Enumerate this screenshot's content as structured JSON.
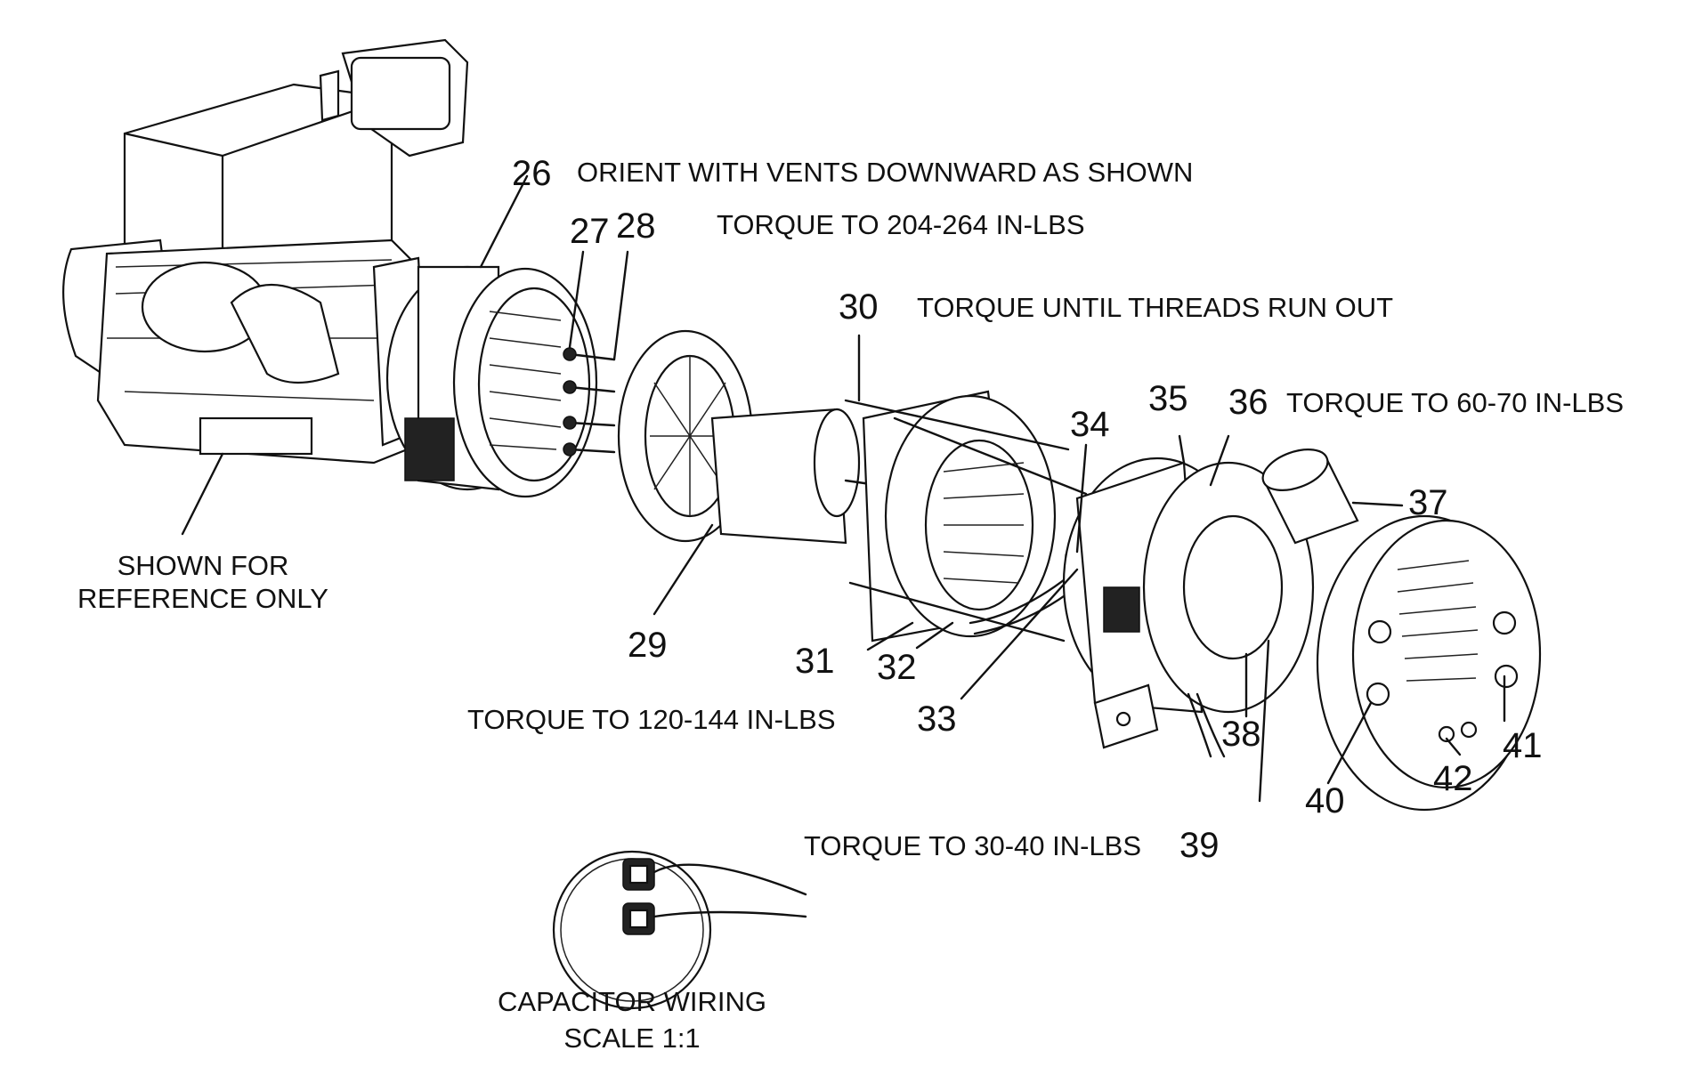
{
  "part_numbers": [
    "26",
    "27",
    "28",
    "29",
    "30",
    "31",
    "32",
    "33",
    "34",
    "35",
    "36",
    "37",
    "38",
    "39",
    "40",
    "41",
    "42"
  ],
  "notes": {
    "n26": "ORIENT WITH VENTS DOWNWARD AS SHOWN",
    "n28": "TORQUE TO 204-264 IN-LBS",
    "n30": "TORQUE UNTIL THREADS RUN OUT",
    "n36": "TORQUE TO 60-70 IN-LBS",
    "n29": "TORQUE TO 120-144 IN-LBS",
    "n39": "TORQUE TO 30-40 IN-LBS"
  },
  "reference_label": [
    "SHOWN FOR",
    "REFERENCE ONLY"
  ],
  "capacitor_label": [
    "CAPACITOR WIRING",
    "SCALE 1:1"
  ]
}
